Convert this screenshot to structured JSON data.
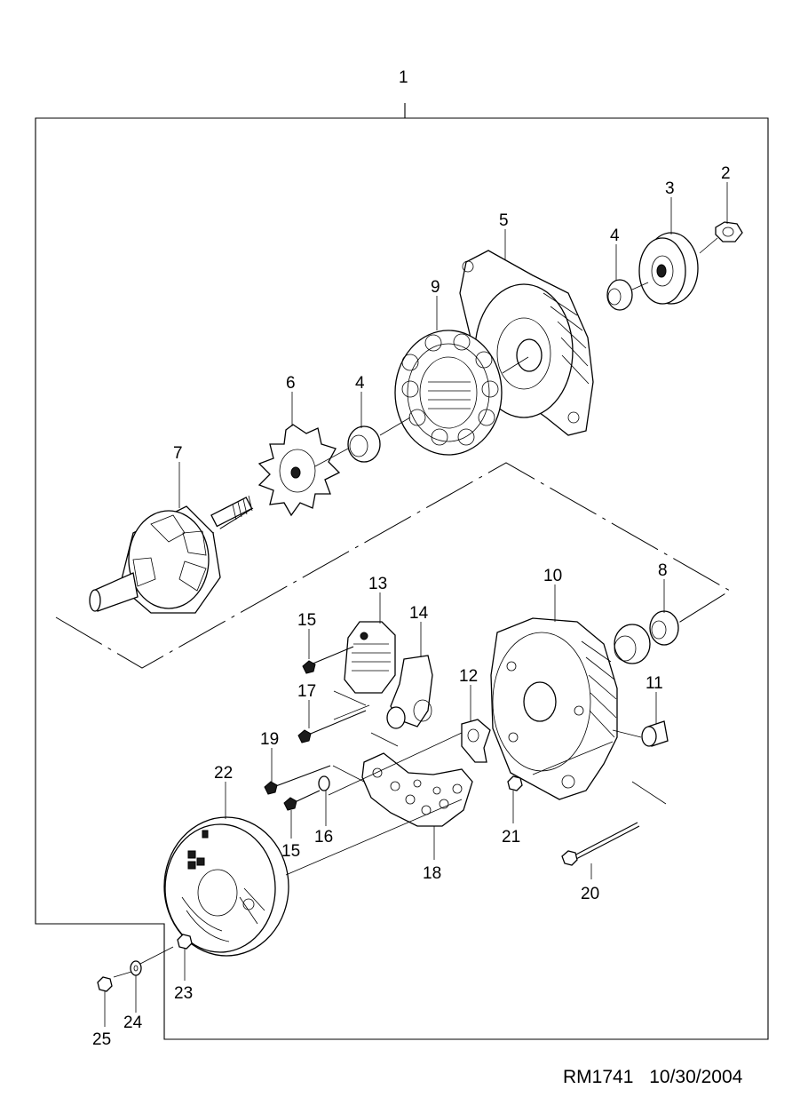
{
  "diagram": {
    "callouts": {
      "c1": "1",
      "c2": "2",
      "c3": "3",
      "c4a": "4",
      "c4b": "4",
      "c5": "5",
      "c6": "6",
      "c7": "7",
      "c8": "8",
      "c9": "9",
      "c10": "10",
      "c11": "11",
      "c12": "12",
      "c13": "13",
      "c14": "14",
      "c15a": "15",
      "c15b": "15",
      "c16": "16",
      "c17": "17",
      "c18": "18",
      "c19": "19",
      "c20": "20",
      "c21": "21",
      "c22": "22",
      "c23": "23",
      "c24": "24",
      "c25": "25"
    }
  },
  "footer": {
    "code": "RM1741",
    "date": "10/30/2004"
  }
}
